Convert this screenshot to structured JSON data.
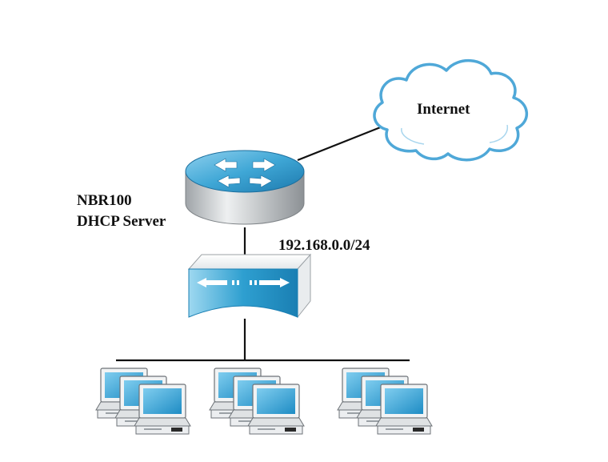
{
  "nodes": {
    "internet": {
      "label": "Internet",
      "icon": "cloud-icon"
    },
    "router": {
      "label_line1": "NBR100",
      "label_line2": "DHCP Server",
      "icon": "router-icon"
    },
    "switch": {
      "icon": "switch-icon"
    },
    "subnet": {
      "label": "192.168.0.0/24"
    },
    "pc_groups": [
      {
        "icon": "pc-group-icon",
        "count": 3
      },
      {
        "icon": "pc-group-icon",
        "count": 3
      },
      {
        "icon": "pc-group-icon",
        "count": 3
      }
    ]
  },
  "colors": {
    "cloud_stroke": "#4fa8d8",
    "router_top": "#3fa7d6",
    "router_body": "#cfd2d4",
    "switch_front": "#2e9fd0",
    "monitor_screen": "#35a7da",
    "link": "#111111"
  }
}
